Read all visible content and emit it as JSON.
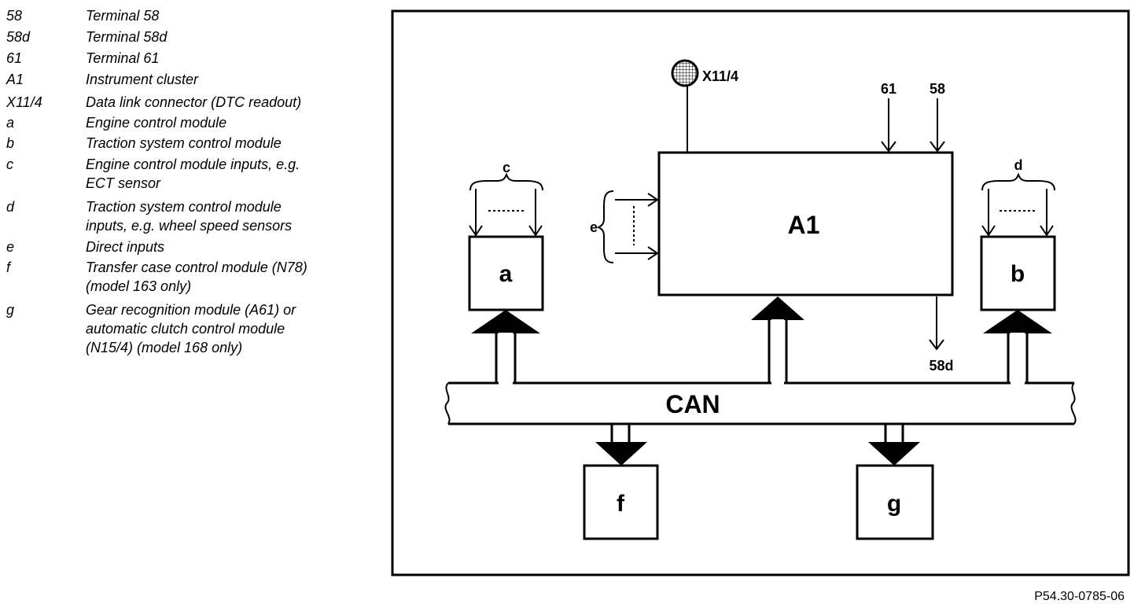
{
  "legend": [
    {
      "key": "58",
      "lines": [
        "Terminal 58"
      ]
    },
    {
      "key": "58d",
      "lines": [
        "Terminal 58d"
      ]
    },
    {
      "key": "61",
      "lines": [
        "Terminal 61"
      ]
    },
    {
      "key": "A1",
      "lines": [
        "Instrument cluster"
      ]
    },
    {
      "key": "X11/4",
      "lines": [
        "Data link connector (DTC readout)"
      ]
    },
    {
      "key": "a",
      "lines": [
        "Engine control module"
      ]
    },
    {
      "key": "b",
      "lines": [
        "Traction system control module"
      ]
    },
    {
      "key": "c",
      "lines": [
        "Engine control module inputs, e.g.",
        "ECT sensor"
      ]
    },
    {
      "key": "d",
      "lines": [
        "Traction system control module",
        "inputs, e.g. wheel speed sensors"
      ]
    },
    {
      "key": "e",
      "lines": [
        "Direct inputs"
      ]
    },
    {
      "key": "f",
      "lines": [
        "Transfer case control module (N78)",
        "(model 163 only)"
      ]
    },
    {
      "key": "g",
      "lines": [
        "Gear recognition module (A61) or",
        "automatic clutch control module",
        "(N15/4) (model 168 only)"
      ]
    }
  ],
  "diagram": {
    "box_a": "a",
    "box_b": "b",
    "box_a1": "A1",
    "box_f": "f",
    "box_g": "g",
    "bus": "CAN",
    "connector": "X11/4",
    "terminal_61": "61",
    "terminal_58": "58",
    "terminal_58d": "58d",
    "group_c": "c",
    "group_d": "d",
    "group_e": "e"
  },
  "figure_id": "P54.30-0785-06"
}
